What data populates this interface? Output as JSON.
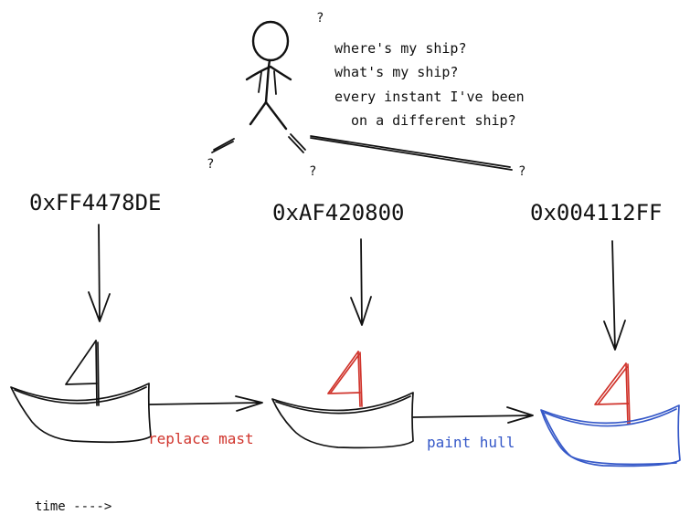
{
  "thought": {
    "lines": [
      "where's my ship?",
      "what's my ship?",
      "every instant I've been",
      "on a different ship?"
    ]
  },
  "question_marks": [
    "?",
    "?",
    "?",
    "?"
  ],
  "addresses": [
    "0xFF4478DE",
    "0xAF420800",
    "0x004112FF"
  ],
  "transitions": [
    {
      "label": "replace mast",
      "color": "#d0342c"
    },
    {
      "label": "paint hull",
      "color": "#3558c8"
    }
  ],
  "time_label": "time ---->",
  "colors": {
    "ink": "#111111",
    "mast_red": "#d0342c",
    "hull_blue": "#3558c8"
  }
}
